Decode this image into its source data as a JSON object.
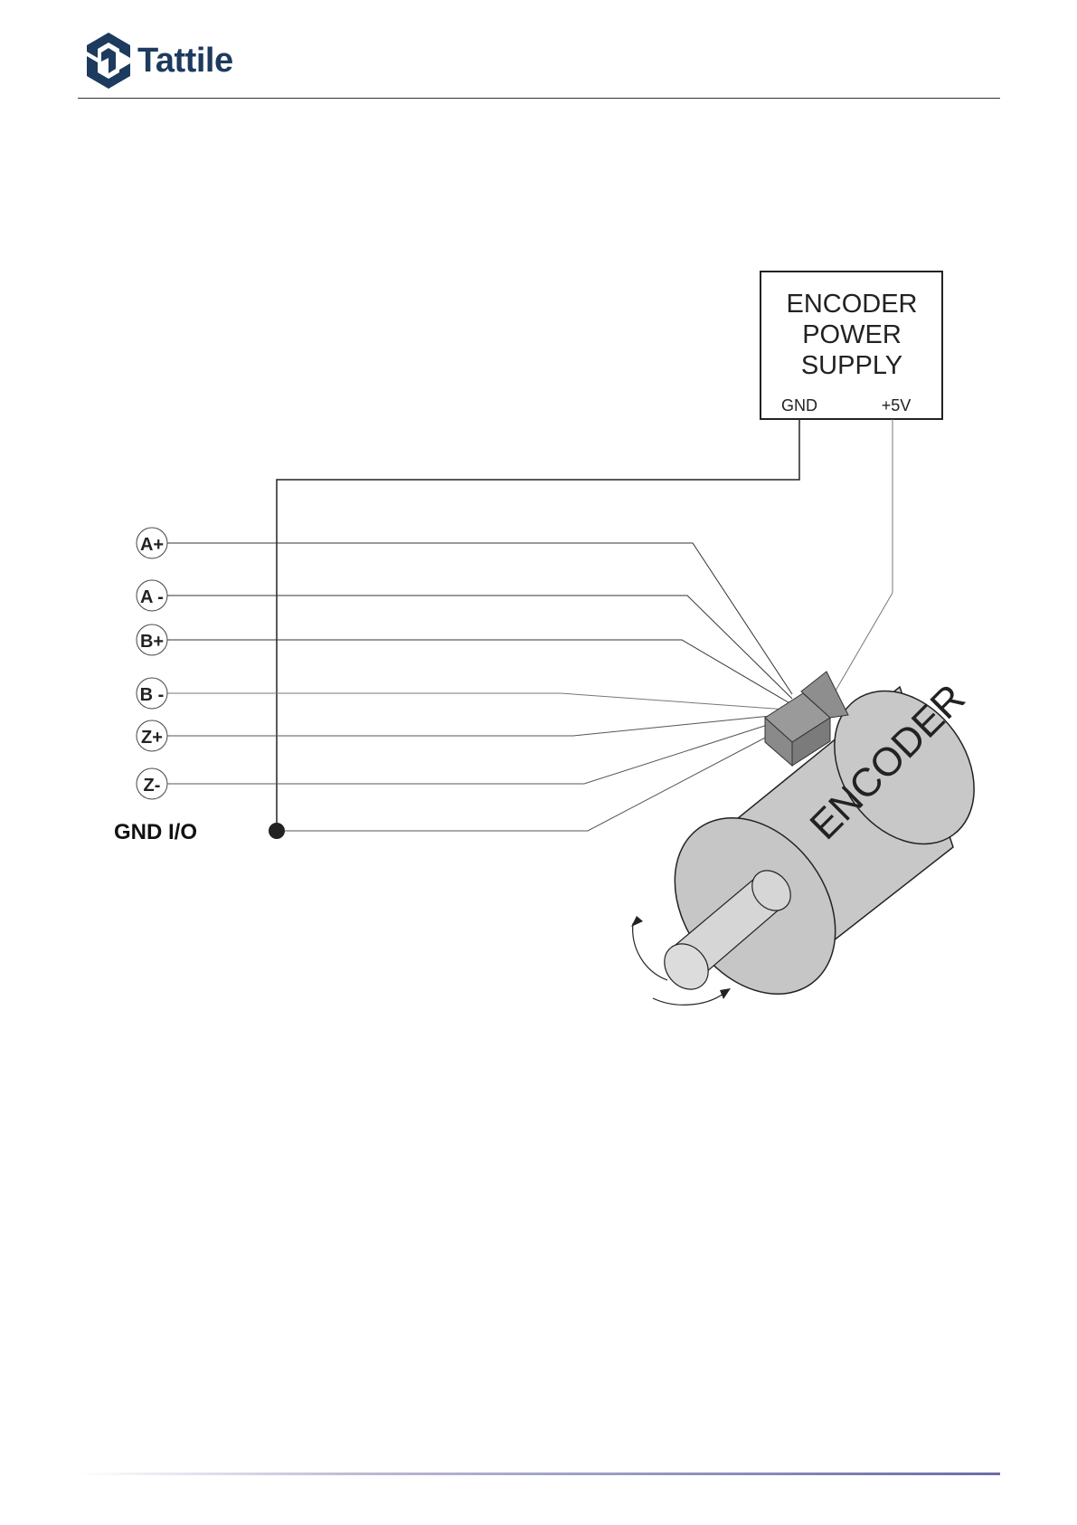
{
  "header": {
    "logo_text": "Tattile",
    "brand_color": "#1d3a5f"
  },
  "diagram": {
    "power_supply": {
      "title_lines": [
        "ENCODER",
        "POWER",
        "SUPPLY"
      ],
      "gnd_label": "GND",
      "vcc_label": "+5V"
    },
    "signals": [
      "A+",
      "A -",
      "B+",
      "B -",
      "Z+",
      "Z-"
    ],
    "gnd_io_label": "GND I/O",
    "encoder_label": "ENCODER",
    "colors": {
      "wire": "#222222",
      "wire_light": "#777777",
      "encoder_body": "#c8c8c8",
      "encoder_dark": "#a8a8a8",
      "shaft": "#dedede",
      "connector": "#8a8a8a"
    }
  }
}
